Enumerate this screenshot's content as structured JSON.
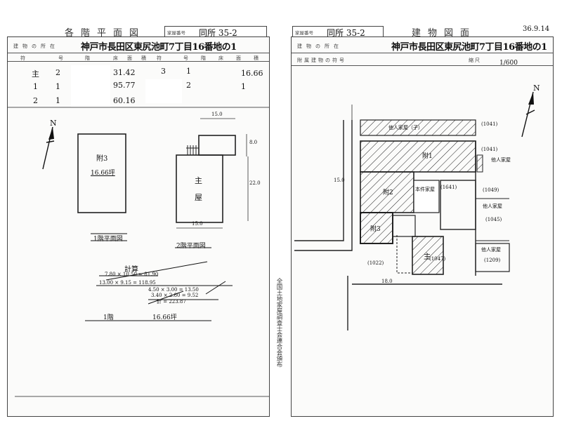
{
  "left": {
    "title": "各階平面図",
    "house_no_label": "家屋番号",
    "house_no_value": "同所 35-2",
    "location_label": "建物の所在",
    "location_value": "神戸市長田区東尻池町7丁目16番地の1",
    "columns": [
      "符",
      "号",
      "階",
      "床",
      "面",
      "積",
      "符",
      "号",
      "階",
      "床",
      "面",
      "積"
    ],
    "table_rows": [
      {
        "a": "主",
        "b": "2",
        "c": "31.42",
        "d": "3",
        "e": "1",
        "f": "16.66"
      },
      {
        "a": "1",
        "b": "1",
        "c": "95.77",
        "d": "",
        "e": "2",
        "f": "1"
      },
      {
        "a": "2",
        "b": "1",
        "c": "60.16",
        "d": "",
        "e": "",
        "f": ""
      }
    ],
    "north": "N",
    "shed_label": "附3",
    "shed_area": "16.66坪",
    "main_label_1": "主",
    "main_label_2": "屋",
    "dim_top": "15.0",
    "dim_right_top": "8.0",
    "dim_right": "22.0",
    "dim_bottom": "15.0",
    "caption_1f": "1階平面図",
    "caption_2f": "2階平面図",
    "calc_title": "計算",
    "calc_lines": [
      "7.80 × 10.50 = 81.90",
      "13.00 × 9.15 = 118.95",
      "4.50 × 3.00 = 13.50",
      "3.40 × 2.80 = 9.52",
      "計 = 223.87"
    ],
    "floor_1f": "1階",
    "floor_1f_area": "16.66坪"
  },
  "right": {
    "title": "建物図面",
    "house_no_label": "家屋番号",
    "house_no_value": "同所 35-2",
    "date": "36.9.14",
    "location_label": "建物の所在",
    "location_value": "神戸市長田区東尻池町7丁目16番地の1",
    "annex_label": "附属建物の符号",
    "scale_label": "縮尺",
    "scale_value": "1/600",
    "north": "N",
    "neighbor_top": "他人家屋（子）",
    "parcel_top": "(1041)",
    "parcel_r1": "(1041)",
    "r1_note": "他人家屋",
    "parcel_r2": "(1049)",
    "parcel_r3": "(1045)",
    "parcel_r4": "(1047)",
    "parcel_r5": "(1209)",
    "parcel_left": "(1022)",
    "parcel_center": "(1641)",
    "bldg_annex1": "附1",
    "bldg_annex2": "附2",
    "bldg_annex3": "附3",
    "bldg_main": "主",
    "center_note": "本件家屋",
    "right_note_1": "他人家屋",
    "right_note_2": "他人家屋",
    "dim_left": "15.0",
    "dim_bottom": "18.0"
  },
  "center_vertical_text": "全国土地家屋調査士会連合会頒布"
}
